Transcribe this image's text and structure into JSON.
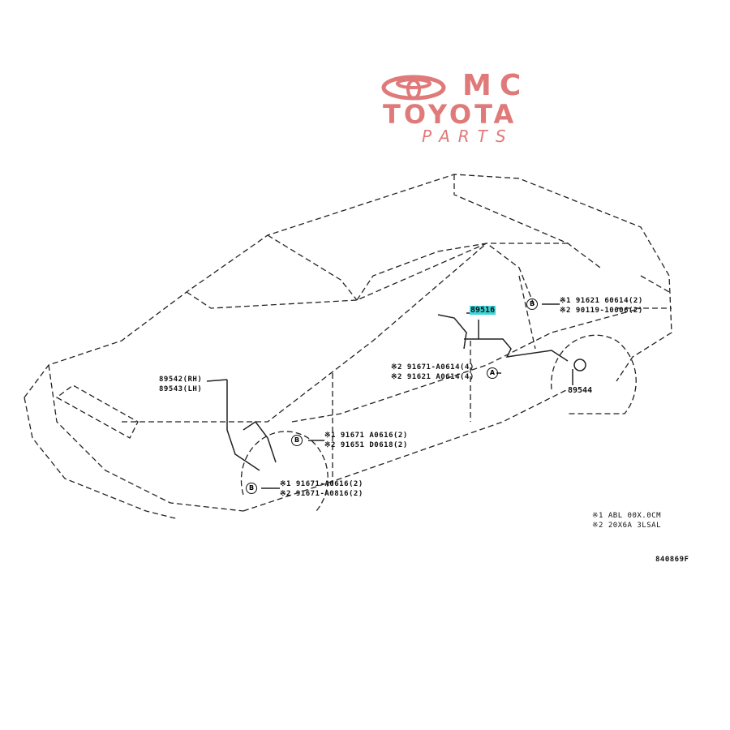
{
  "logo": {
    "line1": "MC",
    "line2": "TOYOTA",
    "line3": "PARTS"
  },
  "parts": {
    "main": "89516",
    "sensor_rear": "89544",
    "sensor_front_rh": "89542(RH)",
    "sensor_front_lh": "89543(LH)"
  },
  "callouts": {
    "rear_upper": {
      "marker": "B",
      "line1": "※1 91621 60614(2)",
      "line2": "※2 90119-10006(2)"
    },
    "mid": {
      "marker": "A",
      "line1": "※2 91671-A0614(4)",
      "line2": "※2 91621 A0614(4)"
    },
    "front_upper": {
      "marker": "B",
      "line1": "※1 91671 A0616(2)",
      "line2": "※2 91651 D0618(2)"
    },
    "front_lower": {
      "marker": "B",
      "line1": "※1 91671-A0616(2)",
      "line2": "※2 91671-A0816(2)"
    }
  },
  "notes": {
    "line1": "※1 ABL 00X.0CM",
    "line2": "※2 20X6A 3LSAL"
  },
  "diagram_code": "840869F",
  "colors": {
    "highlight": "#3fd4d8",
    "logo": "#e07a7a"
  }
}
